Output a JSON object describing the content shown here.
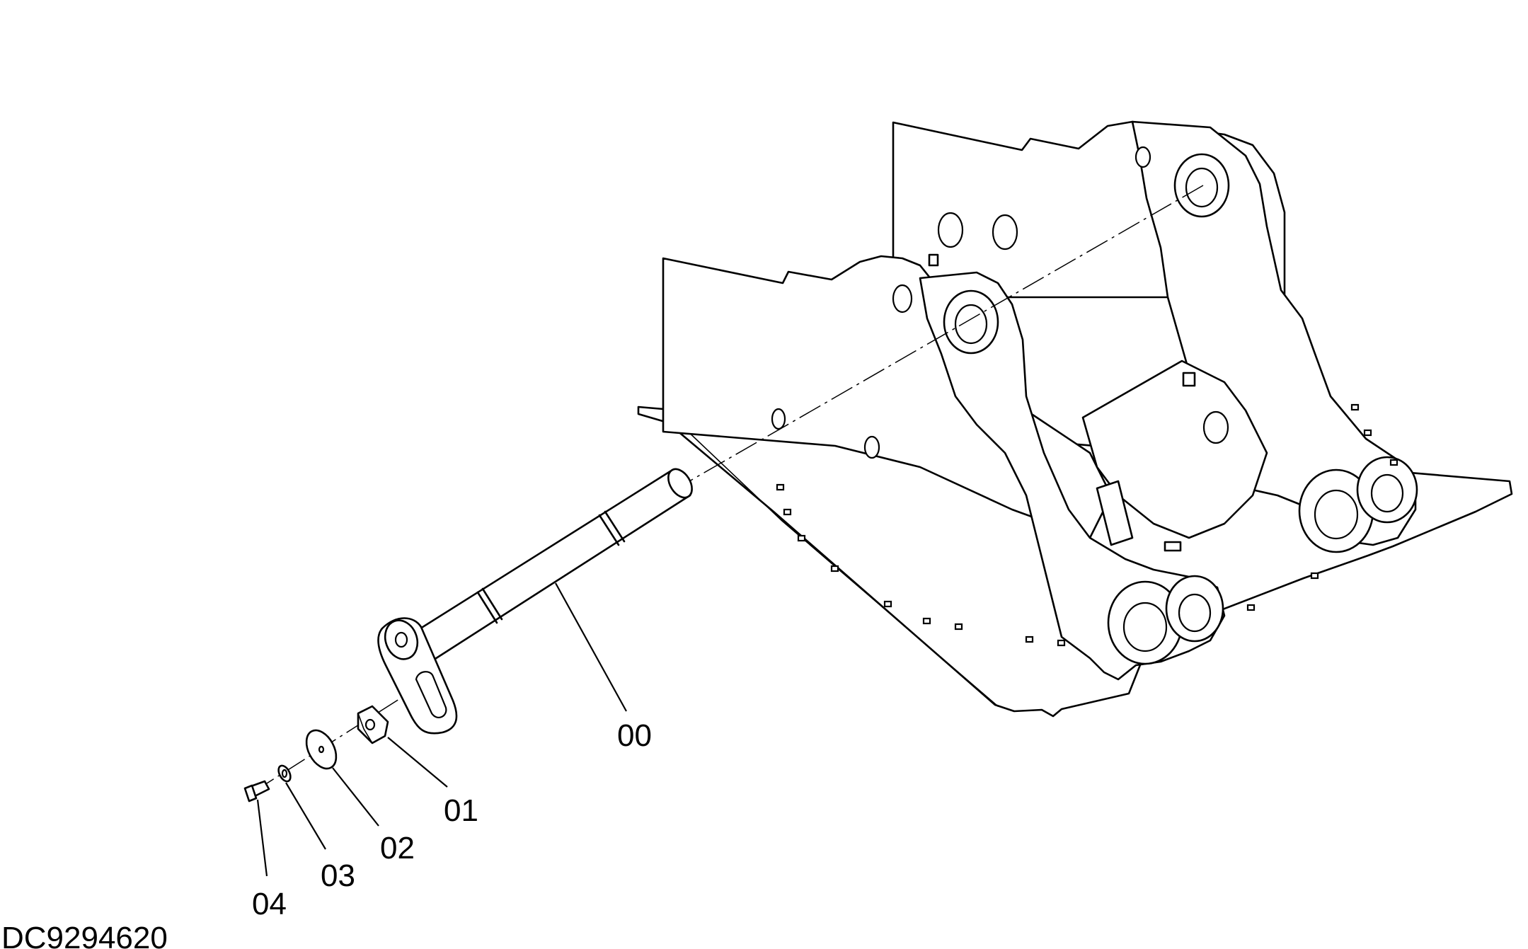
{
  "drawing_code": "DC9294620",
  "callouts": {
    "pin": "00",
    "plate": "01",
    "washer": "02",
    "lock_washer": "03",
    "bolt": "04"
  },
  "colors": {
    "line": "#000000",
    "background": "#ffffff"
  }
}
